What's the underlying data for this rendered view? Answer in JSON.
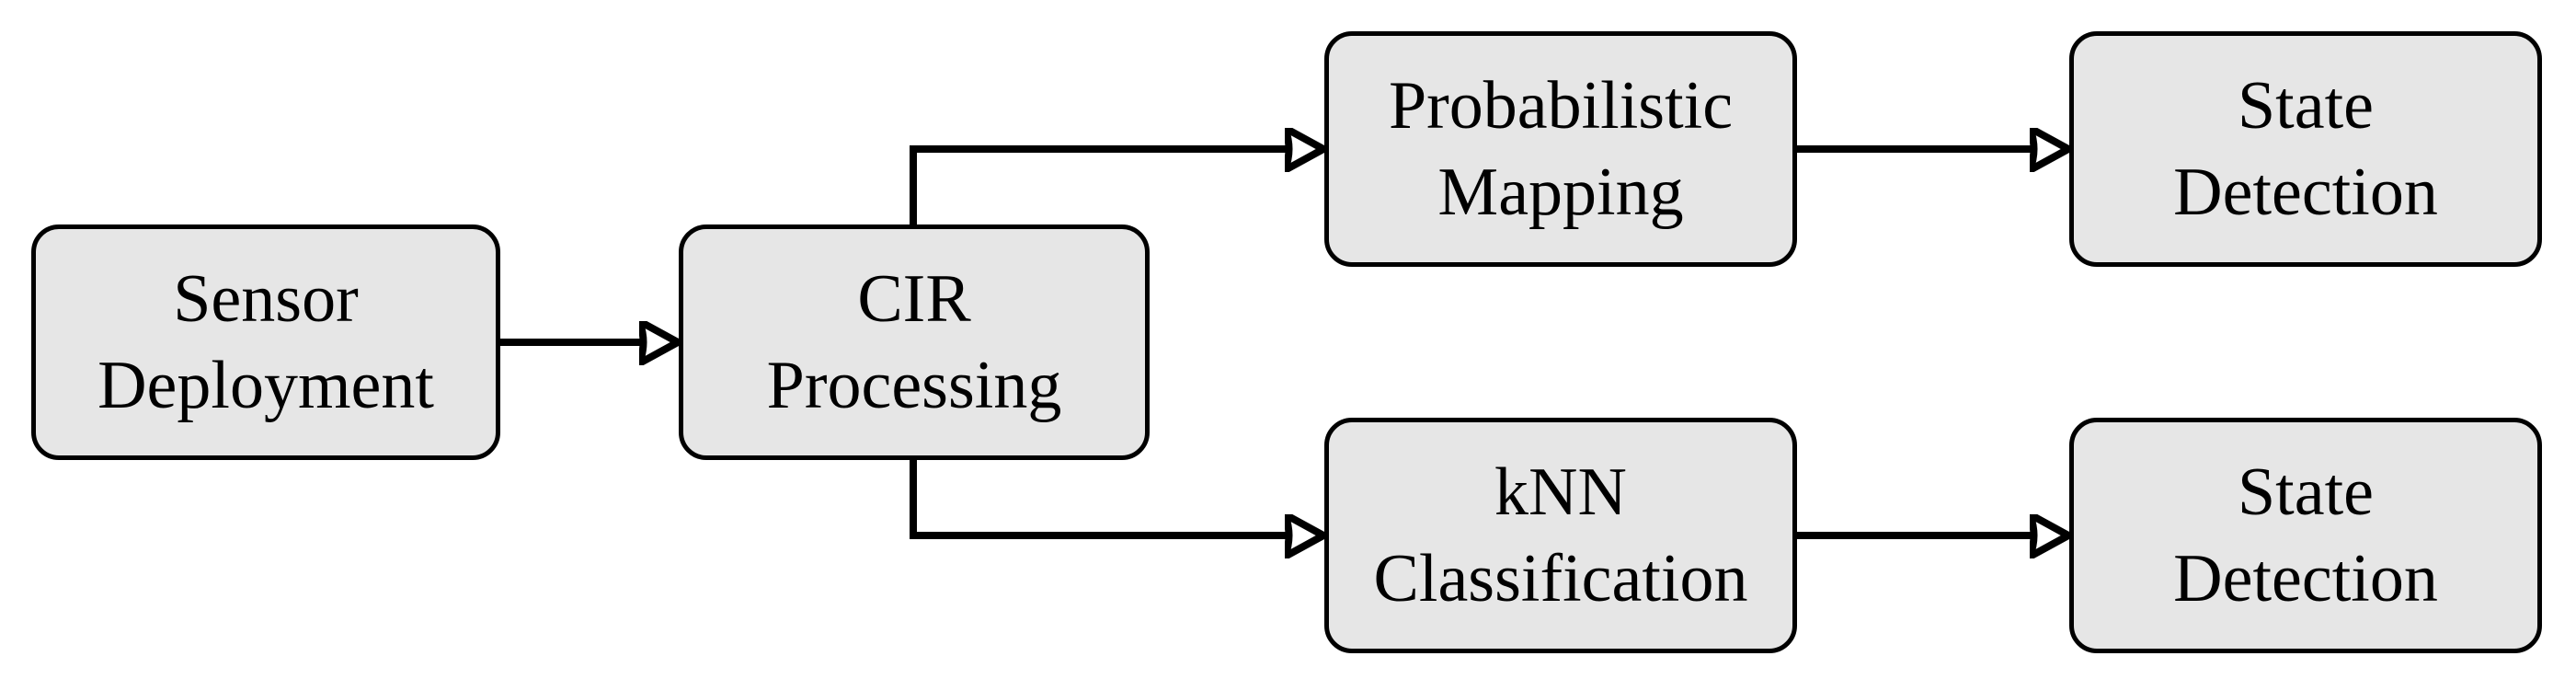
{
  "figure": {
    "type": "flowchart",
    "background": "#ffffff",
    "node_fill": "#e6e6e6",
    "node_border_color": "#000000",
    "arrow_color": "#000000",
    "text_color": "#000000"
  },
  "nodes": [
    {
      "id": "sensor-deployment",
      "label": "Sensor\nDeployment"
    },
    {
      "id": "cir-processing",
      "label": "CIR\nProcessing"
    },
    {
      "id": "probabilistic-mapping",
      "label": "Probabilistic\nMapping"
    },
    {
      "id": "state-detection-top",
      "label": "State\nDetection"
    },
    {
      "id": "knn-classification",
      "label": "kNN\nClassification"
    },
    {
      "id": "state-detection-bottom",
      "label": "State\nDetection"
    }
  ],
  "edges": [
    {
      "from": "sensor-deployment",
      "to": "cir-processing"
    },
    {
      "from": "cir-processing",
      "to": "probabilistic-mapping"
    },
    {
      "from": "cir-processing",
      "to": "knn-classification"
    },
    {
      "from": "probabilistic-mapping",
      "to": "state-detection-top"
    },
    {
      "from": "knn-classification",
      "to": "state-detection-bottom"
    }
  ]
}
